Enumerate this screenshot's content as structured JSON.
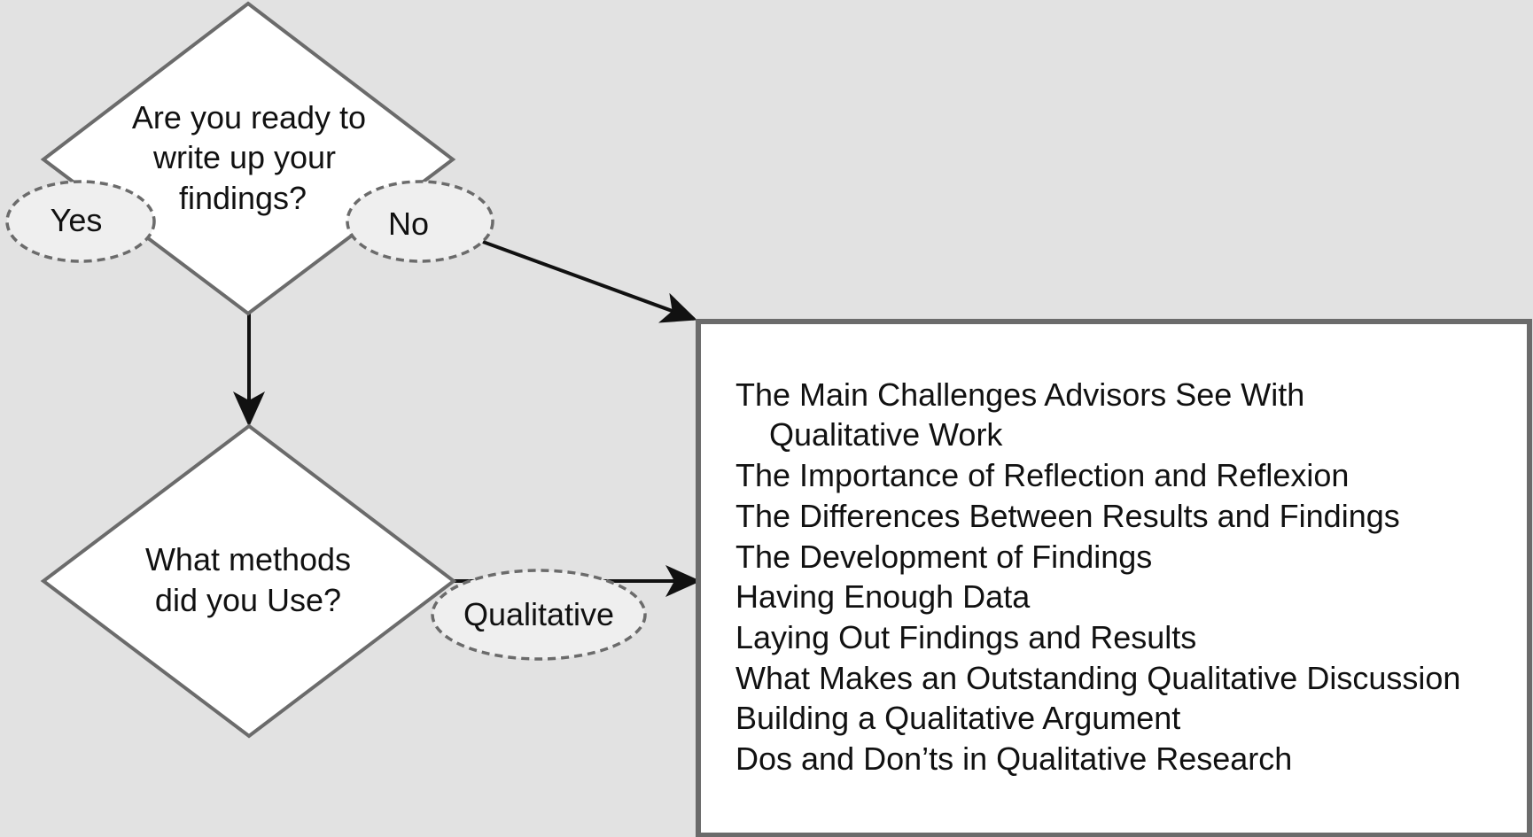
{
  "colors": {
    "background": "#e2e2e2",
    "shape_fill": "#ffffff",
    "shape_stroke": "#6b6b6b",
    "oval_fill": "#efefef",
    "oval_stroke": "#6b6b6b",
    "arrow": "#111111",
    "text": "#111111"
  },
  "decision_1": {
    "line1": "Are you ready to",
    "line2": "write up your",
    "line3": "findings?"
  },
  "decision_2": {
    "line1": "What methods",
    "line2": "did you Use?"
  },
  "labels": {
    "yes": "Yes",
    "no": "No",
    "qualitative": "Qualitative"
  },
  "topics": {
    "item_1_line_1": "The Main Challenges Advisors See With",
    "item_1_line_2": "Qualitative Work",
    "item_2": "The Importance of Reflection and Reflexion",
    "item_3": "The Differences Between Results and Findings",
    "item_4": "The Development of Findings",
    "item_5": "Having Enough Data",
    "item_6": "Laying Out Findings and Results",
    "item_7": "What Makes an Outstanding Qualitative Discussion",
    "item_8": "Building a Qualitative Argument",
    "item_9": "Dos and Don’ts in Qualitative Research"
  }
}
